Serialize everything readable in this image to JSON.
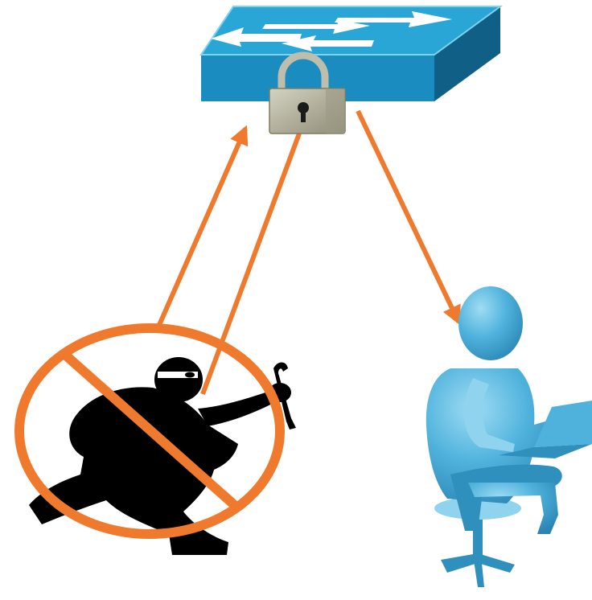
{
  "diagram": {
    "nodes": [
      {
        "id": "switch",
        "icon": "locked-network-switch-icon"
      },
      {
        "id": "attacker",
        "icon": "prohibited-thief-icon"
      },
      {
        "id": "user",
        "icon": "user-with-laptop-icon"
      }
    ],
    "edges": [
      {
        "from": "attacker",
        "to": "switch",
        "arrow": true
      },
      {
        "from": "switch",
        "to": "attacker",
        "arrow": false
      },
      {
        "from": "switch",
        "to": "user",
        "arrow": true
      }
    ]
  },
  "colors": {
    "background": "#ffffff",
    "connector": "#ef7a2e",
    "prohibition": "#ef7a2e",
    "switch_top": "#2aa6d6",
    "switch_front": "#1b8cc0",
    "switch_side": "#0f5f86",
    "switch_arrows": "#ffffff",
    "lock_body": "#b5b29d",
    "lock_shackle": "#bfbdab",
    "lock_keyhole": "#1a1a1a",
    "attacker": "#000000",
    "user_figure": "#4fb2dc",
    "user_figure_dark": "#2f8fbd",
    "user_figure_light": "#8fd3ef"
  }
}
